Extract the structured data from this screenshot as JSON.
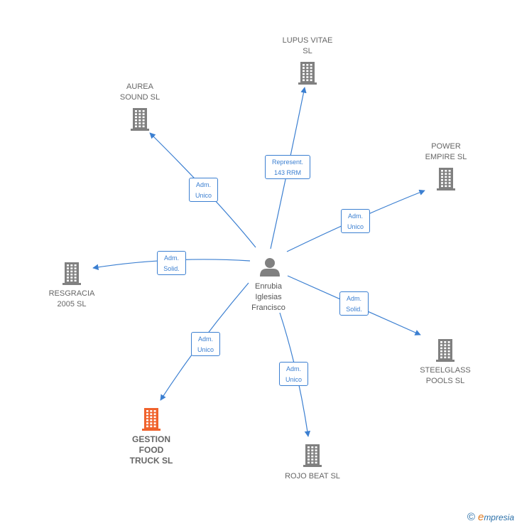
{
  "center": {
    "name": "Enrubia\nIglesias\nFrancisco",
    "icon": "person-icon"
  },
  "companies": [
    {
      "id": "lupus",
      "name": "LUPUS VITAE\nSL",
      "color": "#808080",
      "icon": "building-icon"
    },
    {
      "id": "aurea",
      "name": "AUREA\nSOUND SL",
      "color": "#808080",
      "icon": "building-icon"
    },
    {
      "id": "power",
      "name": "POWER\nEMPIRE SL",
      "color": "#808080",
      "icon": "building-icon"
    },
    {
      "id": "resgracia",
      "name": "RESGRACIA\n2005 SL",
      "color": "#808080",
      "icon": "building-icon"
    },
    {
      "id": "steelglass",
      "name": "STEELGLASS\nPOOLS SL",
      "color": "#808080",
      "icon": "building-icon"
    },
    {
      "id": "gestion",
      "name": "GESTION\nFOOD\nTRUCK SL",
      "color": "#f0622c",
      "icon": "building-icon"
    },
    {
      "id": "rojo",
      "name": "ROJO BEAT SL",
      "color": "#808080",
      "icon": "building-icon"
    }
  ],
  "relations": [
    {
      "target": "lupus",
      "label": "Represent.\n143 RRM"
    },
    {
      "target": "aurea",
      "label": "Adm.\nUnico"
    },
    {
      "target": "power",
      "label": "Adm.\nUnico"
    },
    {
      "target": "resgracia",
      "label": "Adm.\nSolid."
    },
    {
      "target": "steelglass",
      "label": "Adm.\nSolid."
    },
    {
      "target": "gestion",
      "label": "Adm.\nUnico"
    },
    {
      "target": "rojo",
      "label": "Adm.\nUnico"
    }
  ],
  "footer": {
    "copyright": "©",
    "brand_initial": "e",
    "brand_rest": "mpresia"
  },
  "colors": {
    "edge": "#3b7fd1",
    "building": "#808080",
    "highlight": "#f0622c",
    "person": "#808080"
  }
}
